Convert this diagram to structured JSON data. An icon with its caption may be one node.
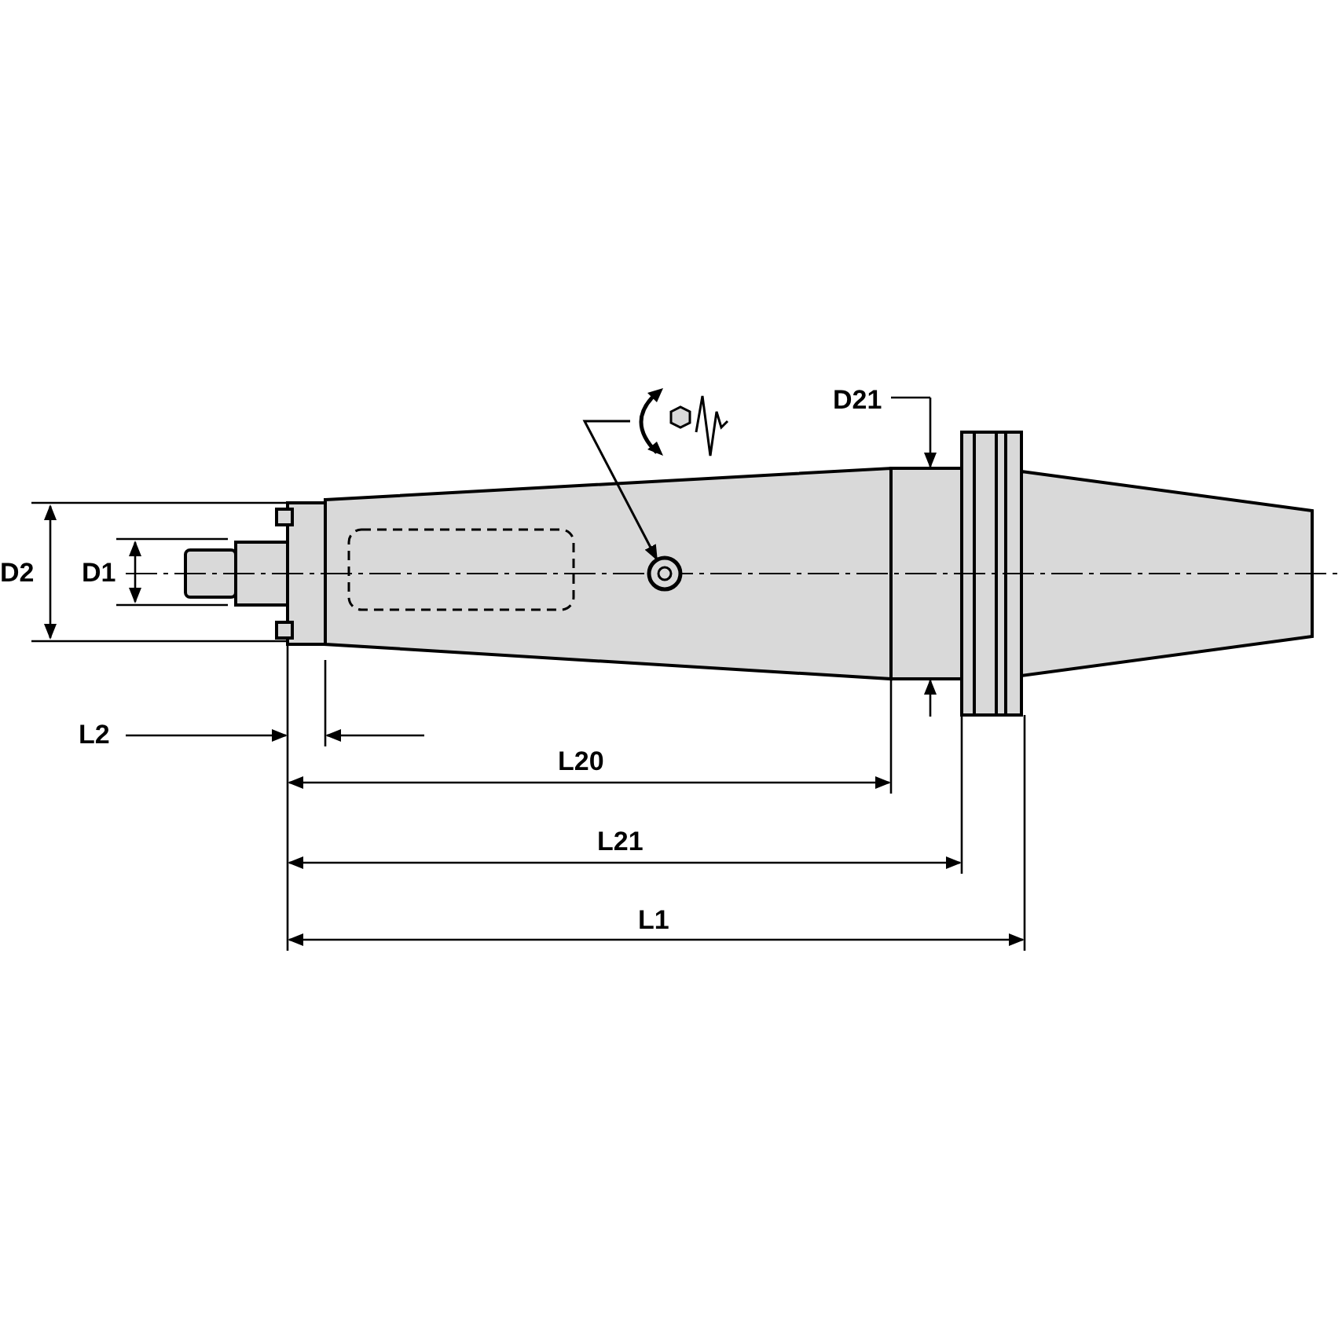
{
  "diagram": {
    "nodes": [
      {
        "text": [],
        "shape": "picture"
      },
      {
        "text": [],
        "shape": "circle"
      }
    ],
    "edges": [
      {
        "from": 0,
        "to": 1,
        "arrow": "to"
      }
    ],
    "labels": [
      "D21",
      "D2",
      "D1",
      "L2",
      "L20",
      "L21",
      "L1"
    ]
  }
}
